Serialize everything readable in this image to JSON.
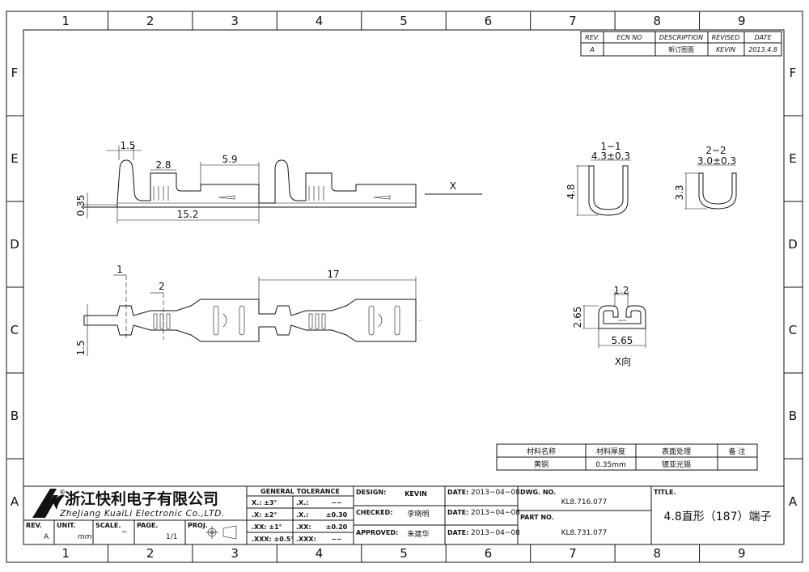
{
  "colors": {
    "ink": "#111111",
    "paper": "#ffffff"
  },
  "zones": {
    "cols": [
      "1",
      "2",
      "3",
      "4",
      "5",
      "6",
      "7",
      "8",
      "9"
    ],
    "rows": [
      "F",
      "E",
      "D",
      "C",
      "B",
      "A"
    ]
  },
  "revision_table": {
    "headers": [
      "REV.",
      "ECN NO",
      "DESCRIPTION",
      "REVISED",
      "DATE"
    ],
    "row": [
      "A",
      "",
      "新订图面",
      "KEVIN",
      "2013.4.8"
    ]
  },
  "dimensions": {
    "side_1_5": "1.5",
    "side_2_8": "2.8",
    "side_5_9": "5.9",
    "side_0_35": "0.35",
    "side_15_2": "15.2",
    "top_17": "17",
    "top_1_5": "1.5",
    "section_marker_1": "1",
    "section_marker_2": "2",
    "view_marker_x": "X",
    "s11_title": "1−1",
    "s11_width": "4.3±0.3",
    "s11_height": "4.8",
    "s22_title": "2−2",
    "s22_width": "3.0±0.3",
    "s22_height": "3.3",
    "xv_1_2": "1.2",
    "xv_2_65": "2.65",
    "xv_5_65": "5.65",
    "xv_title": "X向"
  },
  "material_table": {
    "headers": [
      "材料名称",
      "材料厚度",
      "表面处理",
      "备 注"
    ],
    "row": [
      "黄铜",
      "0.35mm",
      "镀亚光锡",
      ""
    ]
  },
  "title_block": {
    "company_cn": "浙江快利电子有限公司",
    "company_en": "ZheJiang KuaiLi Electronic Co.,LTD.",
    "registered": "®",
    "rev_label": "REV.",
    "rev_value": "A",
    "unit_label": "UNIT.",
    "unit_value": "mm",
    "scale_label": "SCALE.",
    "scale_value": "−",
    "page_label": "PAGE.",
    "page_value": "1/1",
    "proj_label": "PROJ.",
    "gt_title": "GENERAL TOLERANCE",
    "gt": [
      {
        "k1": "X.: ±3°",
        "k2": ".X.:",
        "v2": "−−"
      },
      {
        "k1": ".X: ±2°",
        "k2": ".X.:",
        "v2": "±0.30"
      },
      {
        "k1": ".XX: ±1°",
        "k2": ".XX:",
        "v2": "±0.20"
      },
      {
        "k1": ".XXX: ±0.5°",
        "k2": ".XXX:",
        "v2": "−−"
      }
    ],
    "design_label": "DESIGN:",
    "design_value": "KEVIN",
    "checked_label": "CHECKED:",
    "checked_value": "李晓明",
    "approved_label": "APPROVED:",
    "approved_value": "朱建华",
    "date_label": "DATE:",
    "date_design": "2013−04−08",
    "date_checked": "2013−04−08",
    "date_approved": "2013−04−08",
    "dwg_label": "DWG. NO.",
    "dwg_value": "KL8.716.077",
    "part_label": "PART NO.",
    "part_value": "KL8.731.077",
    "title_label": "TITLE.",
    "title_value": "4.8直形（187）端子"
  }
}
